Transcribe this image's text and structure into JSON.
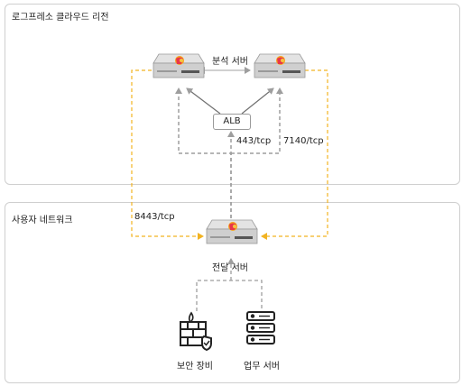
{
  "regions": {
    "cloud": {
      "title": "로그프레소 클라우드 리전"
    },
    "user_network": {
      "title": "사용자 네트워크"
    }
  },
  "nodes": {
    "analysis_servers": "분석 서버",
    "alb": "ALB",
    "relay_server": "전달 서버",
    "security_equipment": "보안 장비",
    "business_server": "업무 서버"
  },
  "edges": {
    "https_port": "443/tcp",
    "analysis_port": "7140/tcp",
    "relay_port": "8443/tcp"
  },
  "colors": {
    "dashed_gray": "#9e9e9e",
    "dashed_orange": "#f2b321",
    "logo_orange": "#f7a21b",
    "logo_red": "#e8364a",
    "server_gray": "#c9c9c9"
  },
  "icons": {
    "server": "server-icon",
    "firewall": "firewall-icon",
    "rack": "server-rack-icon"
  }
}
